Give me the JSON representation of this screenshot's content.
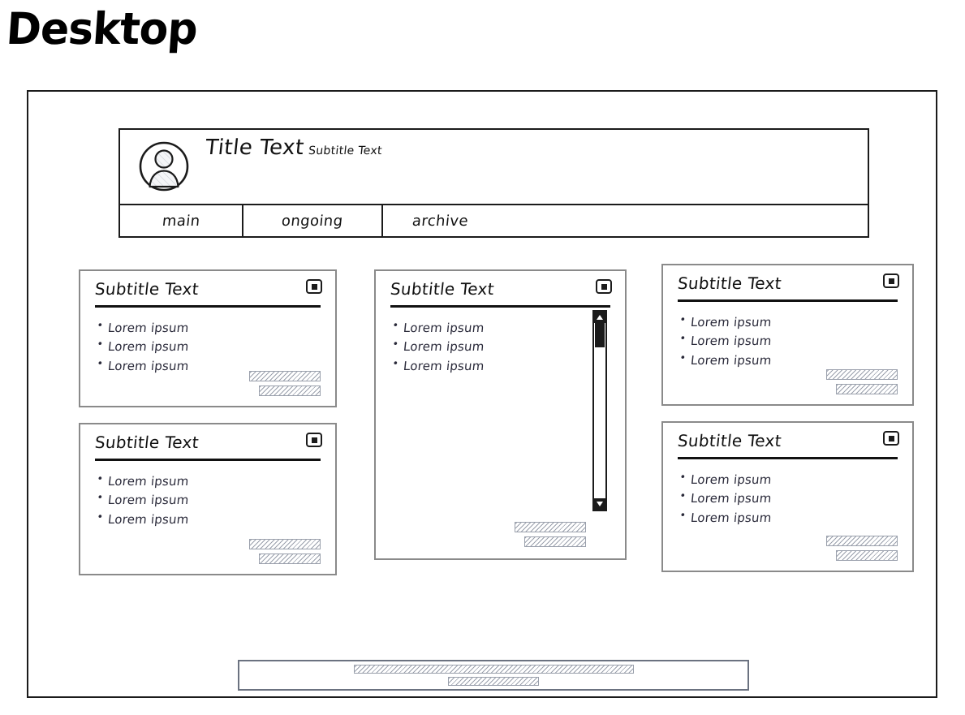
{
  "page": {
    "title": "Desktop"
  },
  "header": {
    "avatar_icon": "user-avatar-icon",
    "title": "Title Text",
    "subtitle": "Subtitle Text",
    "tabs": [
      {
        "label": "main"
      },
      {
        "label": "ongoing"
      },
      {
        "label": "archive"
      }
    ]
  },
  "cards": [
    {
      "title": "Subtitle Text",
      "icon": "stop-square-icon",
      "items": [
        "Lorem ipsum",
        "Lorem ipsum",
        "Lorem ipsum"
      ],
      "actions": [
        "placeholder-bar-wide",
        "placeholder-bar-narrow"
      ],
      "has_scrollbar": false
    },
    {
      "title": "Subtitle Text",
      "icon": "stop-square-icon",
      "items": [
        "Lorem ipsum",
        "Lorem ipsum",
        "Lorem ipsum"
      ],
      "actions": [
        "placeholder-bar-wide",
        "placeholder-bar-narrow"
      ],
      "has_scrollbar": false
    },
    {
      "title": "Subtitle Text",
      "icon": "stop-square-icon",
      "items": [
        "Lorem ipsum",
        "Lorem ipsum",
        "Lorem ipsum"
      ],
      "actions": [
        "placeholder-bar-wide",
        "placeholder-bar-narrow"
      ],
      "has_scrollbar": true
    },
    {
      "title": "Subtitle Text",
      "icon": "stop-square-icon",
      "items": [
        "Lorem ipsum",
        "Lorem ipsum",
        "Lorem ipsum"
      ],
      "actions": [
        "placeholder-bar-wide",
        "placeholder-bar-narrow"
      ],
      "has_scrollbar": false
    },
    {
      "title": "Subtitle Text",
      "icon": "stop-square-icon",
      "items": [
        "Lorem ipsum",
        "Lorem ipsum",
        "Lorem ipsum"
      ],
      "actions": [
        "placeholder-bar-wide",
        "placeholder-bar-narrow"
      ],
      "has_scrollbar": false
    }
  ],
  "footer": {
    "bars": [
      "placeholder-bar-long",
      "placeholder-bar-short"
    ]
  },
  "colors": {
    "ink": "#1b1b1b",
    "card_border": "#8a8a8a",
    "hatch_line": "#9aa0ac",
    "list_text": "#2a2a3a",
    "footer_border": "#6b7280"
  }
}
